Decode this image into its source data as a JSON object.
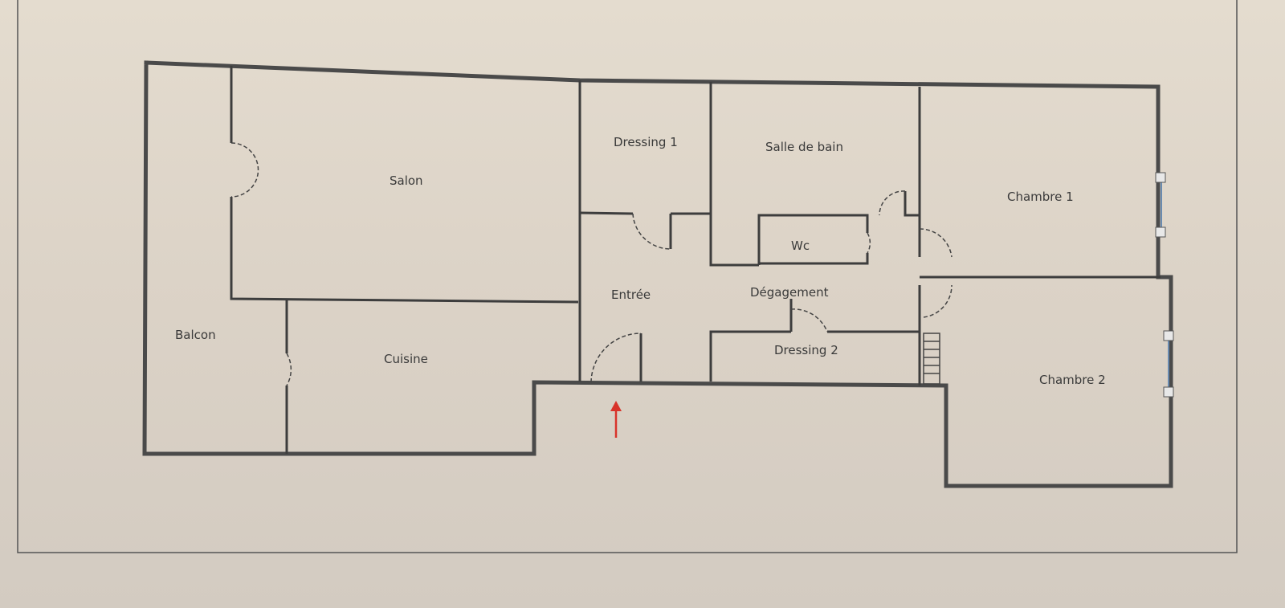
{
  "plan": {
    "rooms": {
      "salon": "Salon",
      "balcon": "Balcon",
      "cuisine": "Cuisine",
      "dressing1": "Dressing 1",
      "salle_de_bain": "Salle de bain",
      "wc": "Wc",
      "entree": "Entrée",
      "degagement": "Dégagement",
      "dressing2": "Dressing 2",
      "chambre1": "Chambre 1",
      "chambre2": "Chambre 2"
    },
    "entrance_arrow_color": "#d8332a"
  }
}
